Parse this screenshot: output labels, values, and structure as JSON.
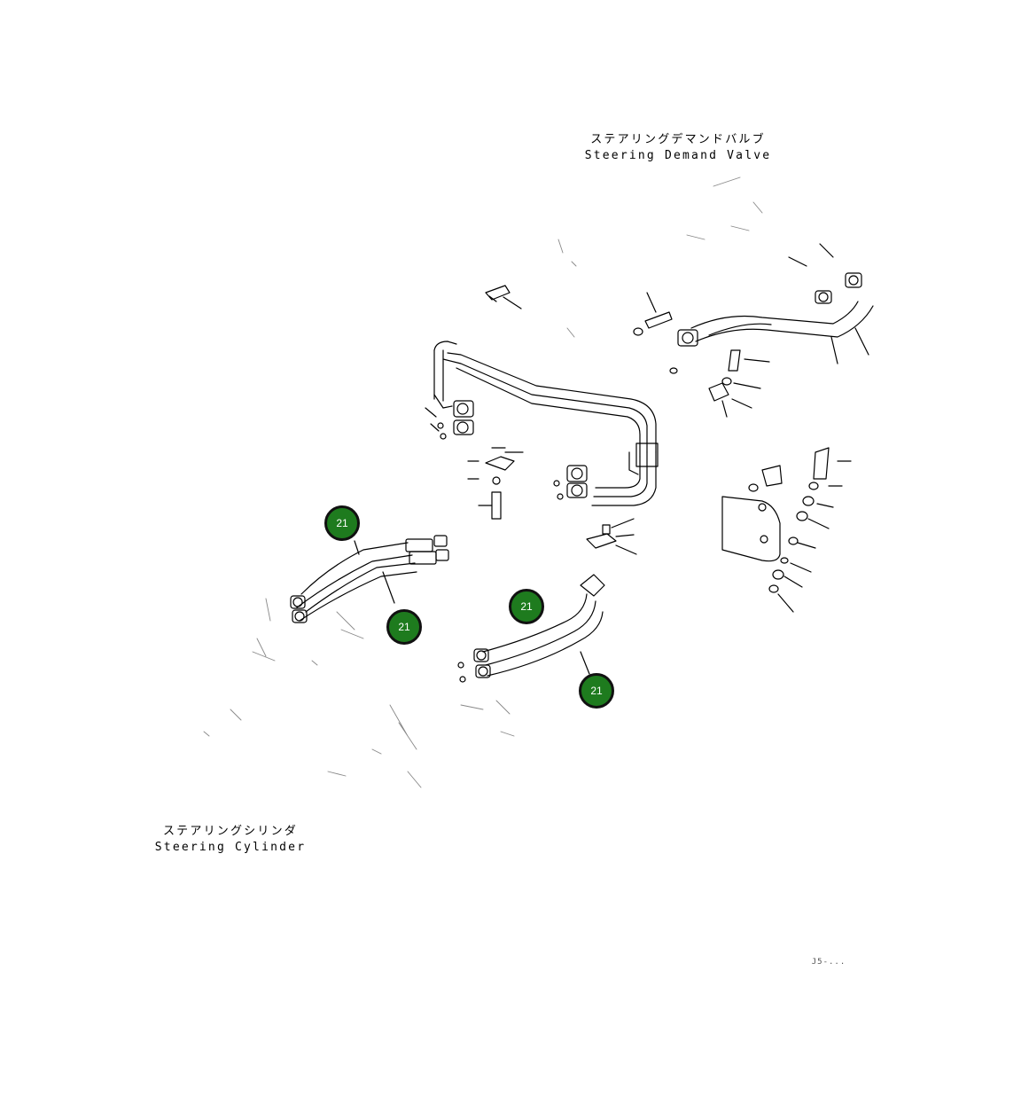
{
  "labels": {
    "valve_ja": "ステアリングデマンドバルブ",
    "valve_en": "Steering Demand Valve",
    "cylinder_ja": "ステアリングシリンダ",
    "cylinder_en": "Steering Cylinder",
    "drawing_code": "J5-..."
  },
  "callouts": [
    {
      "number": "21"
    },
    {
      "number": "21"
    },
    {
      "number": "21"
    },
    {
      "number": "21"
    }
  ],
  "colors": {
    "callout_fill": "#1e7b1e",
    "callout_border": "#111111",
    "line": "#000000"
  }
}
